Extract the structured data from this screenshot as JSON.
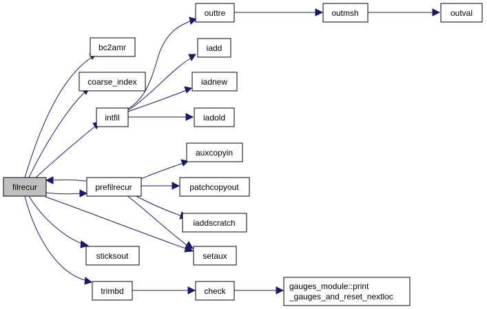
{
  "nodes": {
    "filrecur": "filrecur",
    "bc2amr": "bc2amr",
    "coarse_index": "coarse_index",
    "intfil": "intfil",
    "outtre": "outtre",
    "outmsh": "outmsh",
    "outval": "outval",
    "iadd": "iadd",
    "iadnew": "iadnew",
    "iadold": "iadold",
    "prefilrecur": "prefilrecur",
    "auxcopyin": "auxcopyin",
    "patchcopyout": "patchcopyout",
    "iaddscratch": "iaddscratch",
    "sticksout": "sticksout",
    "setaux": "setaux",
    "trimbd": "trimbd",
    "check": "check",
    "gauges_line1": "gauges_module::print",
    "gauges_line2": "_gauges_and_reset_nextloc"
  },
  "colors": {
    "edge": "#191970",
    "root_fill": "#bfbfbf",
    "node_fill": "#ffffff"
  }
}
